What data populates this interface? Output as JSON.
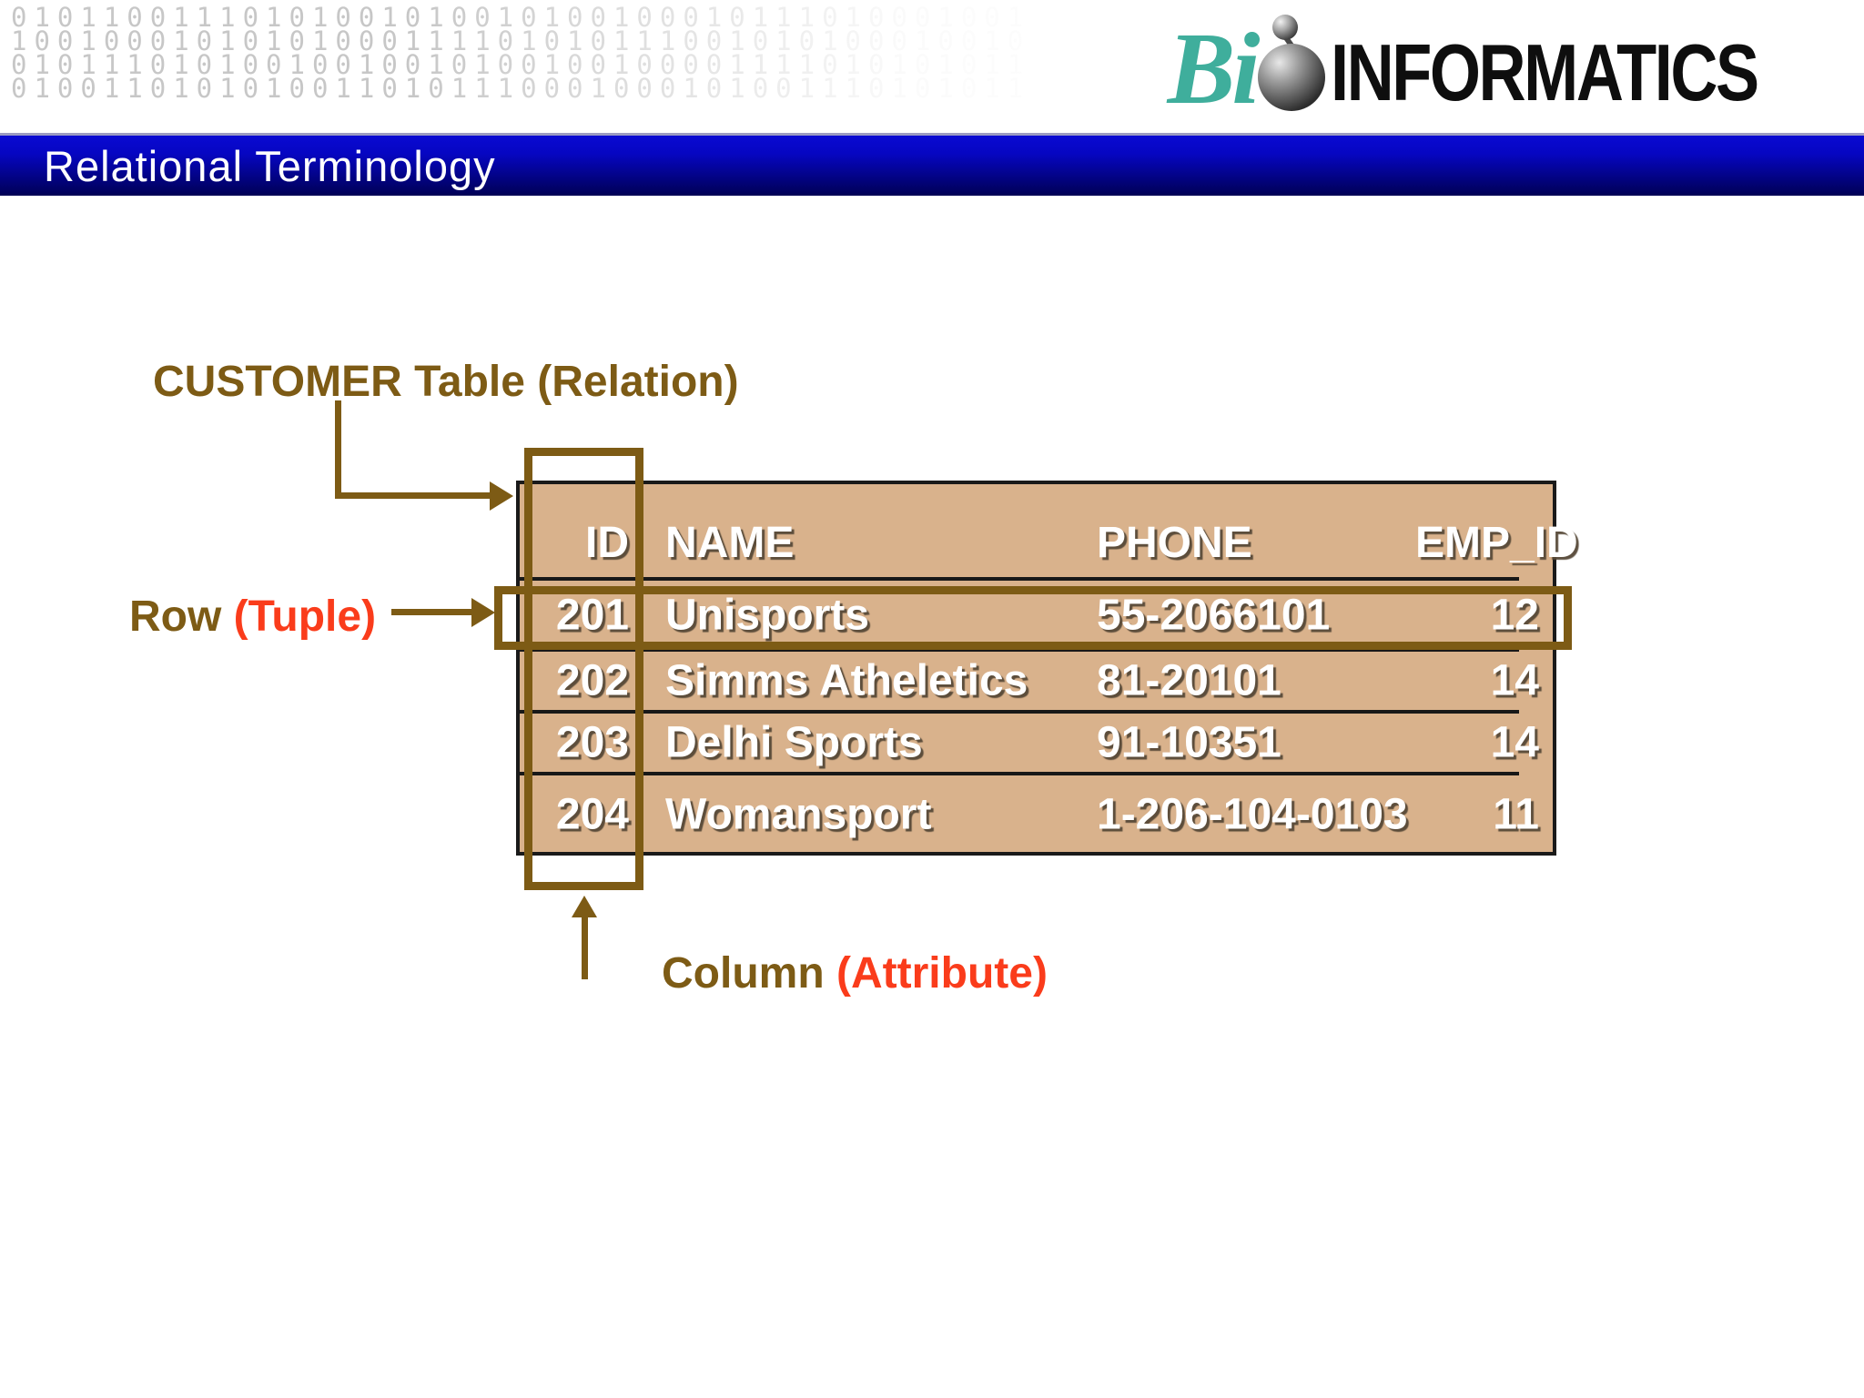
{
  "background_binary": {
    "lines": [
      "01011001110101001010010100100010111010001001",
      "10010001010101000111101010111001010100010010",
      "01011101010010010010100100100001111010101011",
      "01001101010100110101110001000101001110101011"
    ]
  },
  "logo": {
    "script_text": "Bi",
    "word": "INFORMATICS",
    "teal_color": "#3fae9c",
    "text_color": "#0e0e0e"
  },
  "title_bar": {
    "title": "Relational Terminology",
    "gradient_top": "#0a0ad2",
    "gradient_bottom": "#000054",
    "text_color": "#ffffff"
  },
  "annotations": {
    "table_label": "CUSTOMER Table (Relation)",
    "row_label_main": "Row ",
    "row_label_paren": "(Tuple)",
    "column_label_main": "Column ",
    "column_label_paren": "(Attribute)",
    "brown_color": "#7d5b15",
    "red_color": "#fa3c1b"
  },
  "table": {
    "fill_color": "#d9b28c",
    "border_color": "#1a1a1a",
    "columns": [
      "ID",
      "NAME",
      "PHONE",
      "EMP_ID"
    ],
    "rows": [
      {
        "id": "201",
        "name": "Unisports",
        "phone": "55-2066101",
        "emp_id": "12"
      },
      {
        "id": "202",
        "name": "Simms Atheletics",
        "phone": "81-20101",
        "emp_id": "14"
      },
      {
        "id": "203",
        "name": "Delhi Sports",
        "phone": "91-10351",
        "emp_id": "14"
      },
      {
        "id": "204",
        "name": "Womansport",
        "phone": "1-206-104-0103",
        "emp_id": "11"
      }
    ]
  }
}
